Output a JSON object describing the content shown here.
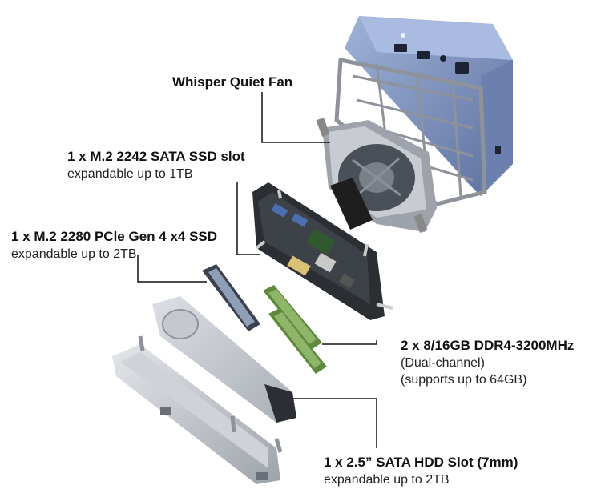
{
  "callouts": {
    "fan": {
      "title": "Whisper Quiet Fan"
    },
    "sata": {
      "title": "1 x M.2 2242 SATA SSD slot",
      "detail": "expandable up to 1TB"
    },
    "pcie": {
      "title": "1 x M.2 2280 PCle Gen 4 x4 SSD",
      "detail": "expandable up to 2TB"
    },
    "ram": {
      "title": "2 x 8/16GB DDR4-3200MHz",
      "detail": "(Dual-channel)",
      "detail2": "(supports up to 64GB)"
    },
    "hdd": {
      "title": "1 x 2.5” SATA HDD Slot (7mm)",
      "detail": "expandable up to 2TB"
    }
  },
  "colors": {
    "case_blue": "#7f95bf",
    "frame_gray": "#b8bcc4",
    "pcb_dark": "#2b2f33",
    "ram_green": "#5f8a3e",
    "ssd_dark": "#3a4250",
    "leader": "#111111"
  }
}
